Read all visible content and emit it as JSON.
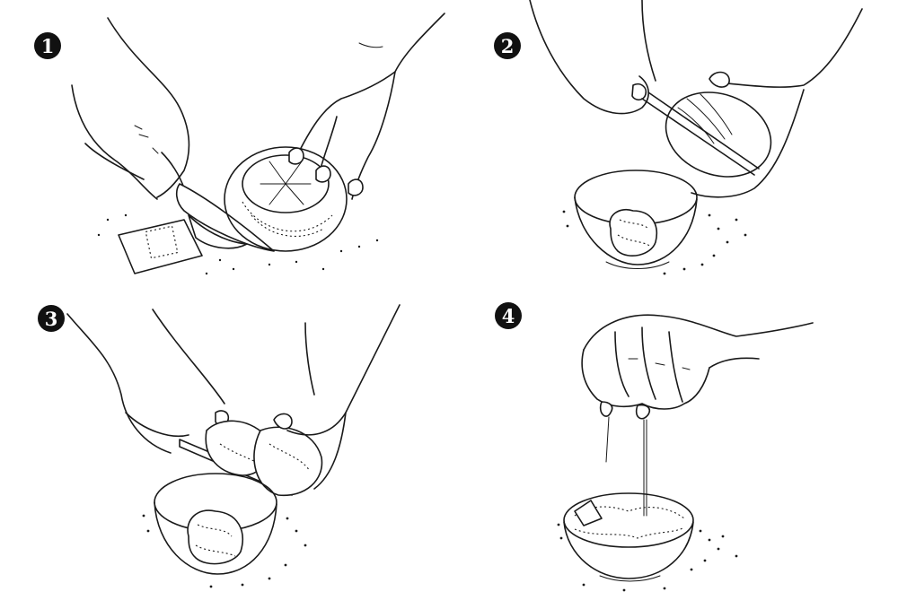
{
  "illustration": {
    "subject": "pomegranate",
    "style": "black-and-white line drawing",
    "colors": {
      "ink": "#1a1a1a",
      "background": "#ffffff",
      "badge_fill": "#111111",
      "badge_text": "#ffffff"
    }
  },
  "steps": [
    {
      "number": "1",
      "position": "top-left",
      "depiction": "hand slicing the crown off a pomegranate with a knife; cut crown piece and seeds on the surface"
    },
    {
      "number": "2",
      "position": "top-right",
      "depiction": "knife scoring the pomegranate skin over a bowl holding a seed cluster"
    },
    {
      "number": "3",
      "position": "bottom-left",
      "depiction": "hands breaking the pomegranate apart over a bowl"
    },
    {
      "number": "4",
      "position": "bottom-right",
      "depiction": "hand squeezing juice from seeds into a full bowl"
    }
  ]
}
